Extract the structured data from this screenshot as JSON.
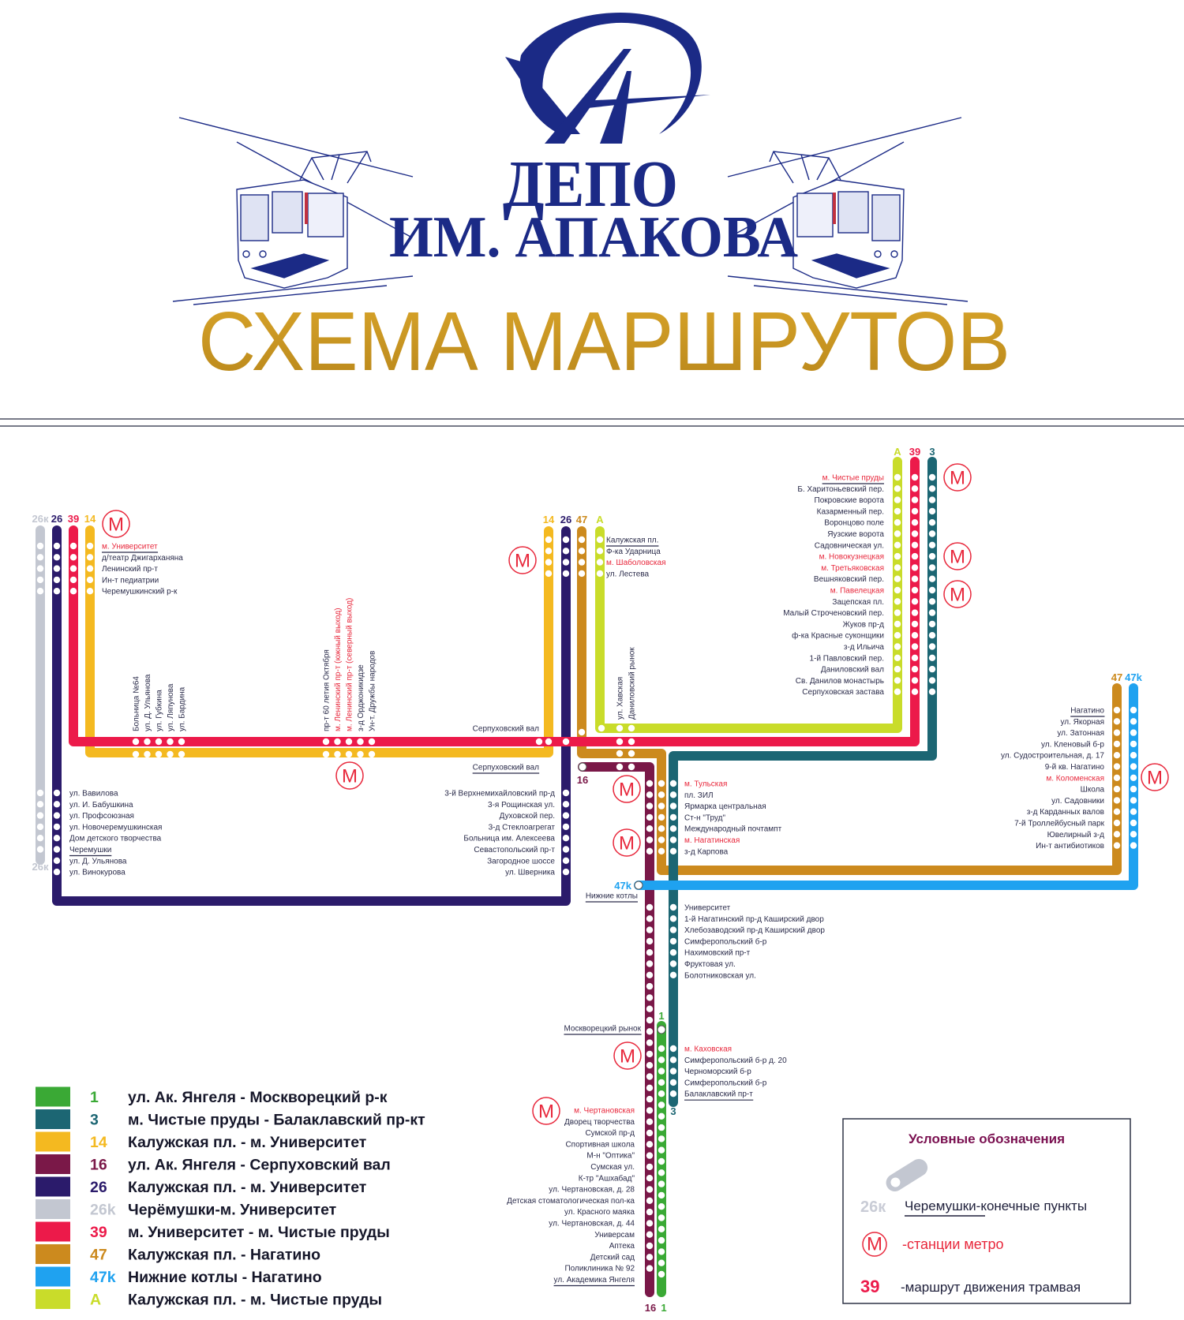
{
  "header": {
    "depot_line1": "ДЕПО",
    "depot_line2": "ИМ. АПАКОВА",
    "title": "СХЕМА МАРШРУТОВ"
  },
  "colors": {
    "r1": "#3aa935",
    "r3": "#1c6673",
    "r14": "#f4b920",
    "r16": "#7a1848",
    "r26": "#2b1b6b",
    "r26k": "#c3c7d1",
    "r39": "#ec1a4a",
    "r47": "#cc8a1e",
    "r47k": "#1fa2f0",
    "rA": "#c9dc2a",
    "metro": "#e8283c",
    "navy": "#1b2a86",
    "gold": "#c8921a"
  },
  "metro_symbol": "М",
  "routes": [
    {
      "num": "1",
      "desc": "ул. Ак. Янгеля - Москворецкий р-к"
    },
    {
      "num": "3",
      "desc": "м. Чистые пруды - Балаклавский пр-кт"
    },
    {
      "num": "14",
      "desc": "Калужская пл. - м. Университет"
    },
    {
      "num": "16",
      "desc": "ул. Ак. Янгеля - Серпуховский вал"
    },
    {
      "num": "26",
      "desc": "Калужская пл. - м. Университет"
    },
    {
      "num": "26k",
      "desc": "Черёмушки-м. Университет"
    },
    {
      "num": "39",
      "desc": "м. Университет - м. Чистые пруды"
    },
    {
      "num": "47",
      "desc": "Калужская пл. - Нагатино"
    },
    {
      "num": "47k",
      "desc": "Нижние котлы - Нагатино"
    },
    {
      "num": "A",
      "desc": "Калужская пл. - м. Чистые пруды"
    }
  ],
  "map_route_labels": [
    "26к",
    "26",
    "39",
    "14",
    "14",
    "26",
    "47",
    "А",
    "А",
    "39",
    "3",
    "47",
    "47k",
    "16",
    "1",
    "3",
    "16",
    "1",
    "26к",
    "47k"
  ],
  "stations": {
    "universitet": [
      "м. Университет",
      "д/театр Джигарханяна",
      "Ленинский пр-т",
      "Ин-т педиатрии",
      "Черемушкинский р-к"
    ],
    "leninsky_west": [
      "Больница №64",
      "ул. Д. Ульянова",
      "ул. Губкина",
      "ул. Ляпунова",
      "ул. Бардина"
    ],
    "leninsky_east": [
      "пр-т 60 летия Октября",
      "м. Ленинский пр-т (южный выход)",
      "м. Ленинский пр-т (северный выход)",
      "з-д Орджоникидзе",
      "Ун-т. Дружбы народов"
    ],
    "kaluzhskaya": [
      "Калужская пл.",
      "Ф-ка Ударница",
      "м. Шаболовская",
      "ул. Лестева"
    ],
    "danilovsky": [
      "ул. Хавская",
      "Даниловский рынок"
    ],
    "serp_val_top": [
      "Серпуховский вал"
    ],
    "serp_val_bottom": [
      "Серпуховский вал"
    ],
    "chistye_prudy": [
      "м. Чистые пруды",
      "Б. Харитоньевский пер.",
      "Покровские ворота",
      "Казарменный пер.",
      "Воронцово поле",
      "Яузские ворота",
      "Садовническая ул.",
      "м. Новокузнецкая",
      "м. Третьяковская",
      "Вешняковский пер.",
      "м. Павелецкая",
      "Зацепская пл.",
      "Малый Строченовский пер.",
      "Жуков пр-д",
      "ф-ка Красные суконщики",
      "з-д Ильича",
      "1-й Павловский пер.",
      "Даниловский вал",
      "Св. Данилов монастырь",
      "Серпуховская застава"
    ],
    "cheremushki": [
      "ул. Вавилова",
      "ул. И. Бабушкина",
      "ул. Профсоюзная",
      "ул. Новочеремушкинская",
      "Дом детского творчества",
      "Черемушки",
      "ул. Д. Ульянова",
      "ул. Винокурова"
    ],
    "shvernika": [
      "3-й Верхнемихайловский пр-д",
      "3-я Рощинская ул.",
      "Духовской пер.",
      "3-д Стеклоагрегат",
      "Больница им. Алексеева",
      "Севастопольский пр-т",
      "Загородное шоссе",
      "ул. Шверника"
    ],
    "tulskaya": [
      "м. Тульская",
      "пл. ЗИЛ",
      "Ярмарка центральная",
      "Ст-н \"Труд\"",
      "Международный почтампт",
      "м. Нагатинская",
      "з-д Карпова"
    ],
    "nagatino": [
      "Нагатино",
      "ул. Якорная",
      "ул. Затонная",
      "ул. Кленовый б-р",
      "ул. Судостроительная, д. 17",
      "9-й кв. Нагатино",
      "м. Коломенская",
      "Школа",
      "ул. Садовники",
      "з-д Карданных валов",
      "7-й Троллейбусный парк",
      "Ювелирный з-д",
      "Ин-т антибиотиков"
    ],
    "nizhnie_kotly": [
      "Нижние котлы"
    ],
    "kashirsky": [
      "Университет",
      "1-й Нагатинский пр-д Каширский двор",
      "Хлебозаводский пр-д Каширский двор",
      "Симферопольский б-р",
      "Нахимовский пр-т",
      "Фруктовая ул.",
      "Болотниковская ул."
    ],
    "moskvoretsky": [
      "Москворецкий рынок"
    ],
    "kakhovskaya": [
      "м. Каховская",
      "Симферопольский б-р д. 20",
      "Черноморский б-р",
      "Симферопольский б-р",
      "Балаклавский пр-т"
    ],
    "chertanovskaya": [
      "м. Чертановская",
      "Дворец творчества",
      "Сумской пр-д",
      "Спортивная школа",
      "М-н \"Оптика\"",
      "Сумская ул.",
      "К-тр \"Ашхабад\"",
      "ул. Чертановская, д. 28",
      "Детская стоматологическая пол-ка",
      "ул. Красного маяка",
      "ул. Чертановская, д. 44",
      "Универсам",
      "Аптека",
      "Детский сад",
      "Поликлиника № 92",
      "ул. Академика Янгеля"
    ]
  },
  "legend_box": {
    "title": "Условные обозначения",
    "terminus_route": "26к",
    "terminus_example": "Черемушки",
    "terminus_text": "-конечные пункты",
    "metro_text": "-станции метро",
    "route_example": "39",
    "route_text": "-маршрут движения трамвая"
  }
}
